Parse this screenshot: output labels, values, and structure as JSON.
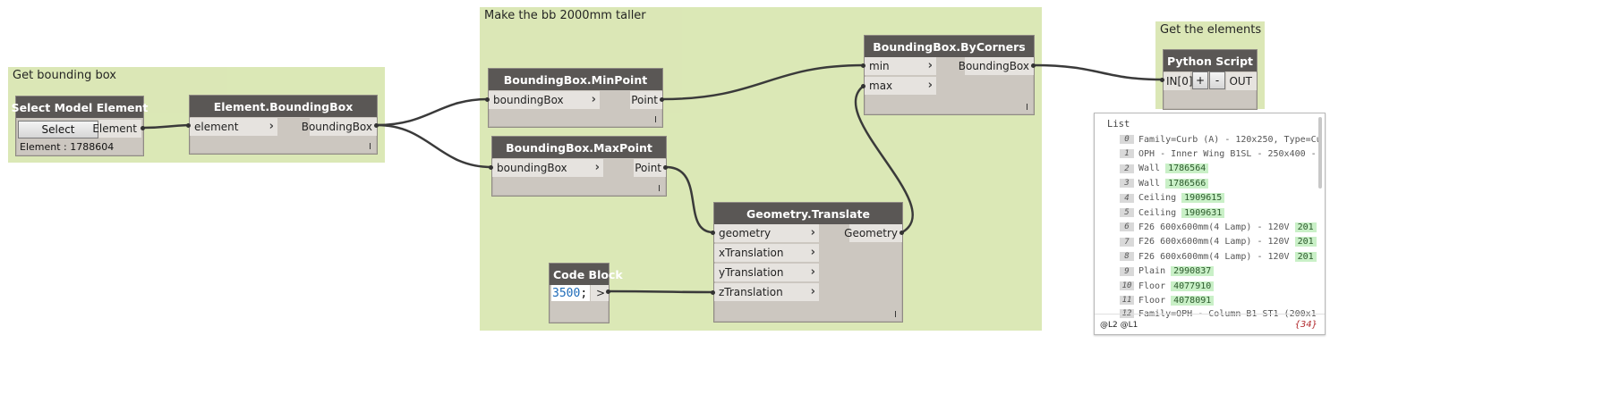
{
  "groups": {
    "get_bbox": "Get bounding box",
    "taller": "Make the bb 2000mm taller",
    "get_elements": "Get the elements"
  },
  "nodes": {
    "select_model": {
      "title": "Select Model Element",
      "button": "Select",
      "output": "Element",
      "status": "Element : 1788604"
    },
    "element_bbox": {
      "title": "Element.BoundingBox",
      "input": "element",
      "output": "BoundingBox"
    },
    "minpoint": {
      "title": "BoundingBox.MinPoint",
      "input": "boundingBox",
      "output": "Point"
    },
    "maxpoint": {
      "title": "BoundingBox.MaxPoint",
      "input": "boundingBox",
      "output": "Point"
    },
    "bycorners": {
      "title": "BoundingBox.ByCorners",
      "inputs": [
        "min",
        "max"
      ],
      "output": "BoundingBox"
    },
    "translate": {
      "title": "Geometry.Translate",
      "inputs": [
        "geometry",
        "xTranslation",
        "yTranslation",
        "zTranslation"
      ],
      "output": "Geometry"
    },
    "codeblock": {
      "title": "Code Block",
      "value": "3500",
      "semicolon": ";",
      "output": ">"
    },
    "python": {
      "title": "Python Script",
      "input": "IN[0]",
      "plus": "+",
      "minus": "-",
      "output": "OUT"
    }
  },
  "footer_mark": "I",
  "watch": {
    "title": "List",
    "rows": [
      {
        "index": "0",
        "text": "Family=Curb (A) - 120x250, Type=Cu",
        "id": ""
      },
      {
        "index": "1",
        "text": "OPH - Inner Wing B1SL - 250x400 -",
        "id": ""
      },
      {
        "index": "2",
        "text": "Wall",
        "id": "1786564"
      },
      {
        "index": "3",
        "text": "Wall",
        "id": "1786566"
      },
      {
        "index": "4",
        "text": "Ceiling",
        "id": "1909615"
      },
      {
        "index": "5",
        "text": "Ceiling",
        "id": "1909631"
      },
      {
        "index": "6",
        "text": "F26 600x600mm(4 Lamp) - 120V",
        "id": "201"
      },
      {
        "index": "7",
        "text": "F26 600x600mm(4 Lamp) - 120V",
        "id": "201"
      },
      {
        "index": "8",
        "text": "F26 600x600mm(4 Lamp) - 120V",
        "id": "201"
      },
      {
        "index": "9",
        "text": "Plain",
        "id": "2990837"
      },
      {
        "index": "10",
        "text": "Floor",
        "id": "4077910"
      },
      {
        "index": "11",
        "text": "Floor",
        "id": "4078091"
      },
      {
        "index": "12",
        "text": "Family=OPH - Column B1 ST1 (200x1",
        "id": ""
      }
    ],
    "levels": "@L2 @L1",
    "count": "{34}"
  }
}
